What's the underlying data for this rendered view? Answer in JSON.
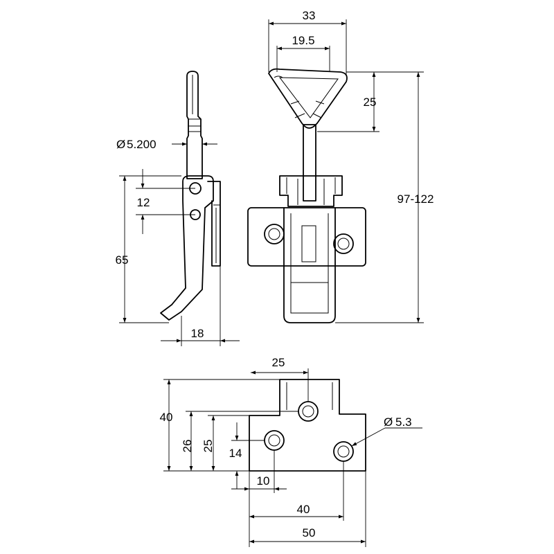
{
  "dimensions": {
    "handle_width": "33",
    "handle_inner_width": "19.5",
    "handle_height": "25",
    "overall_length": "97-122",
    "pin_diameter": "5.200",
    "pivot_spacing": "12",
    "side_height": "65",
    "side_depth": "18",
    "top_width": "25",
    "base_height": "40",
    "hole_height_a": "26",
    "hole_height_b": "25",
    "hole_offset_y": "14",
    "hole_offset_x": "10",
    "hole_spacing": "40",
    "base_width": "50",
    "hole_diameter": "5.3"
  },
  "symbols": {
    "diameter": "Ø"
  },
  "colors": {
    "line": "#000000",
    "background": "#ffffff"
  }
}
